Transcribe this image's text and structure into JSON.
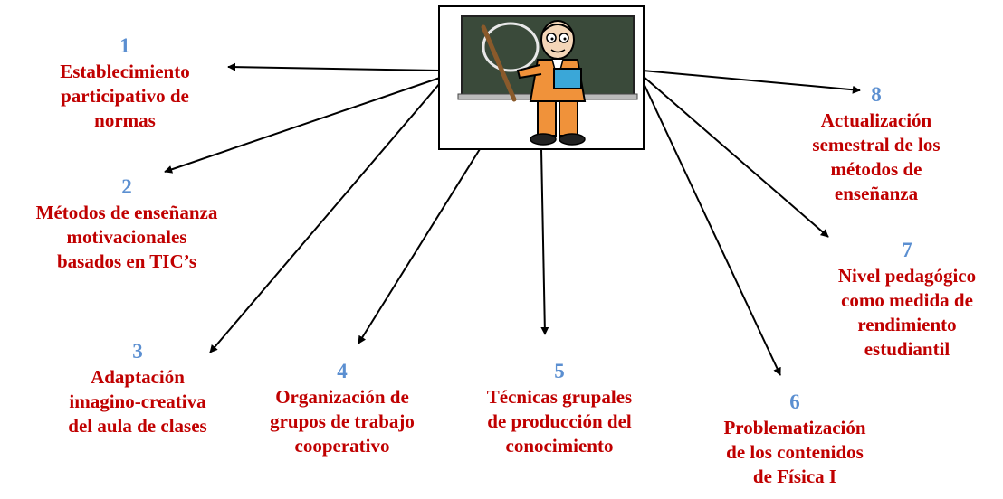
{
  "diagram": {
    "center": {
      "image": "teacher-at-blackboard"
    },
    "nodes": [
      {
        "number": "1",
        "text": "Establecimiento\nparticipativo de\nnormas"
      },
      {
        "number": "2",
        "text": "Métodos de enseñanza\nmotivacionales\nbasados en TIC’s"
      },
      {
        "number": "3",
        "text": "Adaptación\nimagino-creativa\ndel aula de clases"
      },
      {
        "number": "4",
        "text": "Organización de\ngrupos de trabajo\ncooperativo"
      },
      {
        "number": "5",
        "text": "Técnicas grupales\nde producción del\nconocimiento"
      },
      {
        "number": "6",
        "text": "Problematización\nde los contenidos\nde Física I"
      },
      {
        "number": "7",
        "text": "Nivel pedagógico\ncomo medida de\nrendimiento\nestudiantil"
      },
      {
        "number": "8",
        "text": "Actualización\nsemestral de los\nmétodos de\nenseñanza"
      }
    ],
    "colors": {
      "number": "#5b8fd1",
      "text": "#c00000",
      "arrow": "#000000"
    }
  }
}
